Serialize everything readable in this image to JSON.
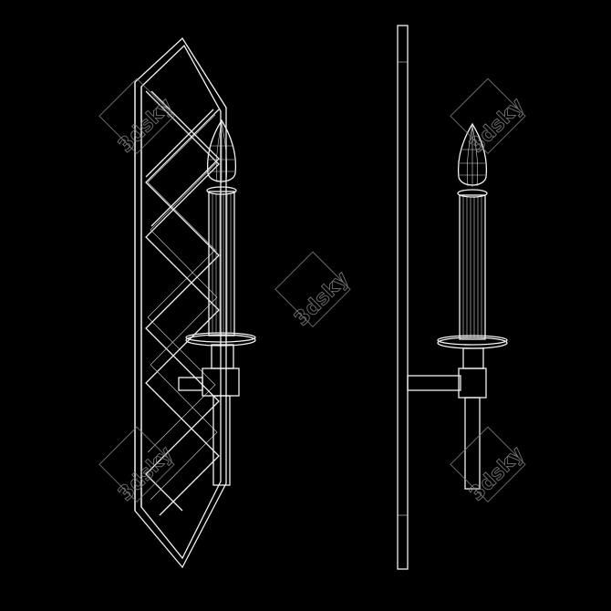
{
  "image": {
    "background": "#000000",
    "line_color": "#f2f2f2",
    "watermark_color": "#8a8a8a"
  },
  "watermarks": [
    {
      "text": "3dsky"
    },
    {
      "text": "3dsky"
    },
    {
      "text": "3dsky"
    },
    {
      "text": "3dsky"
    },
    {
      "text": "3dsky"
    }
  ]
}
